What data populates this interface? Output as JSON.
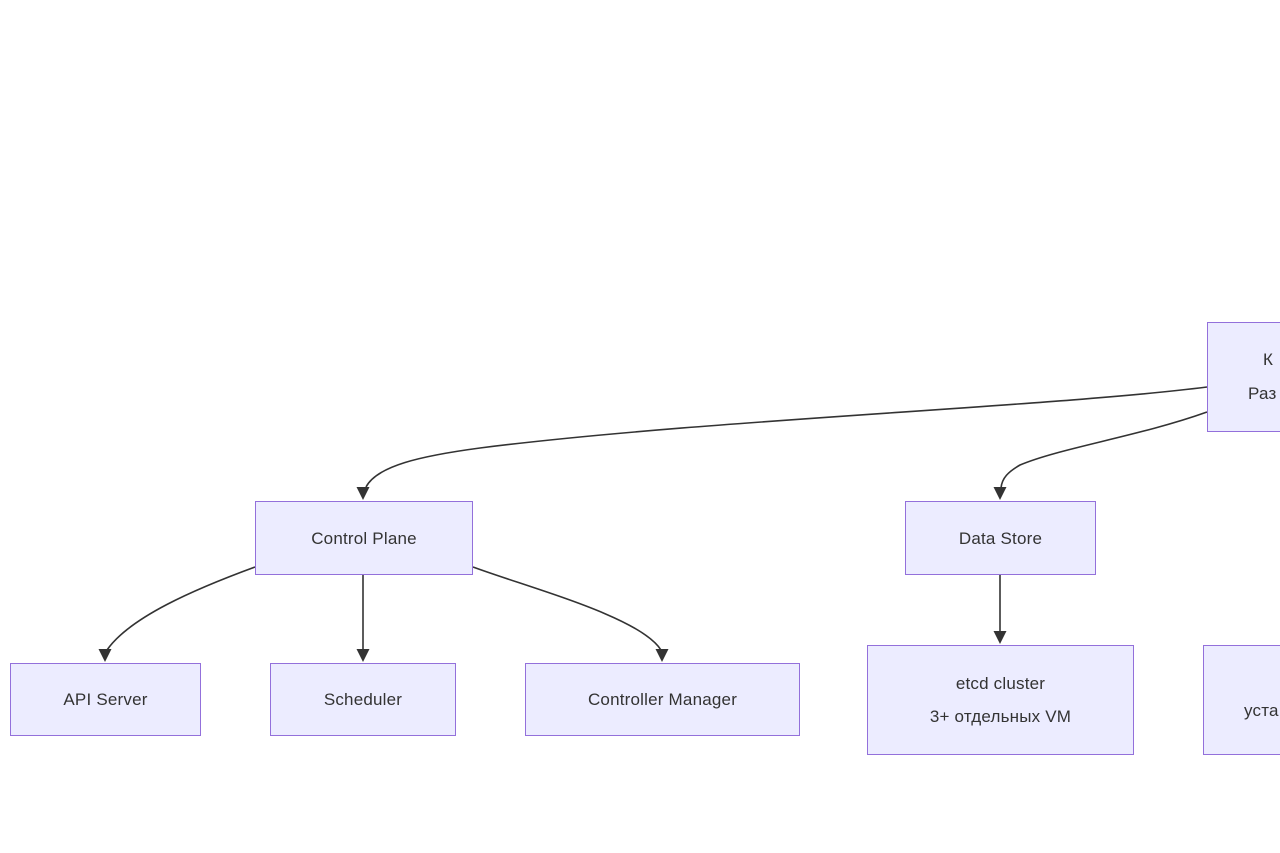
{
  "diagram": {
    "type": "flowchart",
    "orientation": "top-down",
    "background": "#ffffff",
    "style": {
      "node_fill": "#ECECFF",
      "node_border": "#9370DB",
      "edge_color": "#333333",
      "text_color": "#333333"
    },
    "nodes": {
      "top_right": {
        "line1": "К",
        "line2": "Раз",
        "clipped": true
      },
      "control_plane": {
        "label": "Control Plane"
      },
      "data_store": {
        "label": "Data Store"
      },
      "api_server": {
        "label": "API Server"
      },
      "scheduler": {
        "label": "Scheduler"
      },
      "controller_manager": {
        "label": "Controller Manager"
      },
      "etcd_cluster": {
        "line1": "etcd cluster",
        "line2": "3+ отдельных VM"
      },
      "bottom_right": {
        "line1": "",
        "line2": "уста",
        "clipped": true
      }
    },
    "edges": [
      {
        "from": "top_right",
        "to": "control_plane",
        "arrow": "down"
      },
      {
        "from": "top_right",
        "to": "data_store",
        "arrow": "down"
      },
      {
        "from": "control_plane",
        "to": "api_server",
        "arrow": "down"
      },
      {
        "from": "control_plane",
        "to": "scheduler",
        "arrow": "down"
      },
      {
        "from": "control_plane",
        "to": "controller_manager",
        "arrow": "down"
      },
      {
        "from": "data_store",
        "to": "etcd_cluster",
        "arrow": "down"
      }
    ]
  }
}
